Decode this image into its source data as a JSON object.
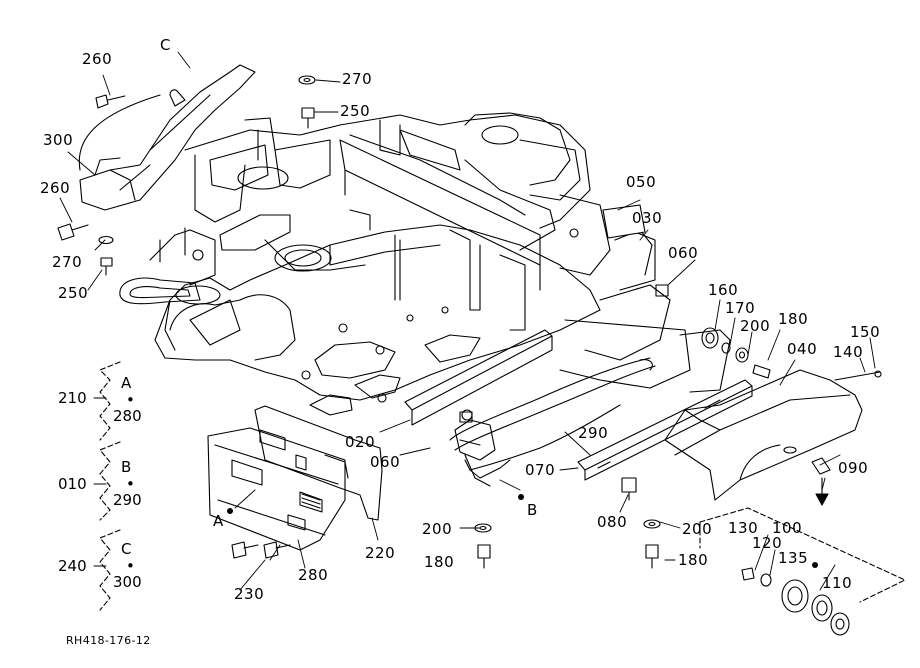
{
  "callouts": [
    {
      "id": "c",
      "text": "C"
    },
    {
      "id": "260a",
      "text": "260"
    },
    {
      "id": "270a",
      "text": "270"
    },
    {
      "id": "250a",
      "text": "250"
    },
    {
      "id": "300",
      "text": "300"
    },
    {
      "id": "260b",
      "text": "260"
    },
    {
      "id": "270b",
      "text": "270"
    },
    {
      "id": "250b",
      "text": "250"
    },
    {
      "id": "050",
      "text": "050"
    },
    {
      "id": "030",
      "text": "030"
    },
    {
      "id": "060a",
      "text": "060"
    },
    {
      "id": "160",
      "text": "160"
    },
    {
      "id": "170",
      "text": "170"
    },
    {
      "id": "200a",
      "text": "200"
    },
    {
      "id": "180a",
      "text": "180"
    },
    {
      "id": "150",
      "text": "150"
    },
    {
      "id": "140",
      "text": "140"
    },
    {
      "id": "040",
      "text": "040"
    },
    {
      "id": "020",
      "text": "020"
    },
    {
      "id": "060b",
      "text": "060"
    },
    {
      "id": "290",
      "text": "290"
    },
    {
      "id": "070",
      "text": "070"
    },
    {
      "id": "b",
      "text": "B"
    },
    {
      "id": "090",
      "text": "090"
    },
    {
      "id": "080",
      "text": "080"
    },
    {
      "id": "200b",
      "text": "200"
    },
    {
      "id": "200c",
      "text": "200"
    },
    {
      "id": "180b",
      "text": "180"
    },
    {
      "id": "180c",
      "text": "180"
    },
    {
      "id": "a",
      "text": "A"
    },
    {
      "id": "220",
      "text": "220"
    },
    {
      "id": "230",
      "text": "230"
    },
    {
      "id": "280",
      "text": "280"
    },
    {
      "id": "100",
      "text": "100"
    },
    {
      "id": "130",
      "text": "130"
    },
    {
      "id": "120",
      "text": "120"
    },
    {
      "id": "135",
      "text": "135"
    },
    {
      "id": "110",
      "text": "110"
    }
  ],
  "groups": [
    {
      "num": "210",
      "letter": "A",
      "sub": "280"
    },
    {
      "num": "010",
      "letter": "B",
      "sub": "290"
    },
    {
      "num": "240",
      "letter": "C",
      "sub": "300"
    }
  ],
  "footer": "RH418-176-12"
}
